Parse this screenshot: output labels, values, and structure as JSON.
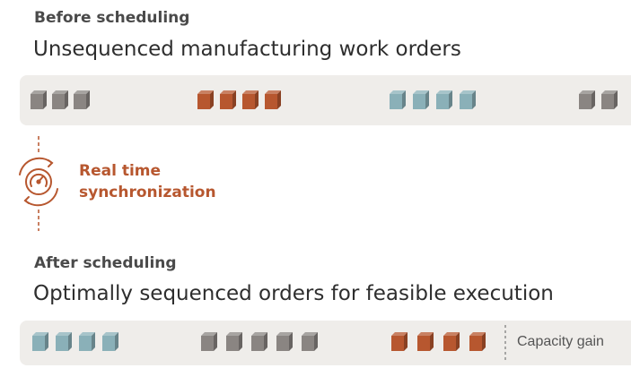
{
  "before": {
    "heading": "Before scheduling",
    "subtitle": "Unsequenced manufacturing work orders"
  },
  "sync": {
    "label_line1": "Real time",
    "label_line2": "synchronization",
    "icon": "gauge-sync-icon"
  },
  "after": {
    "heading": "After scheduling",
    "subtitle": "Optimally sequenced orders for feasible execution",
    "capacity_label": "Capacity gain"
  },
  "colors": {
    "gray": "#8a8582",
    "orange": "#b7572f",
    "teal": "#8ab0b8",
    "band": "#efedea",
    "accent": "#b7572f"
  }
}
